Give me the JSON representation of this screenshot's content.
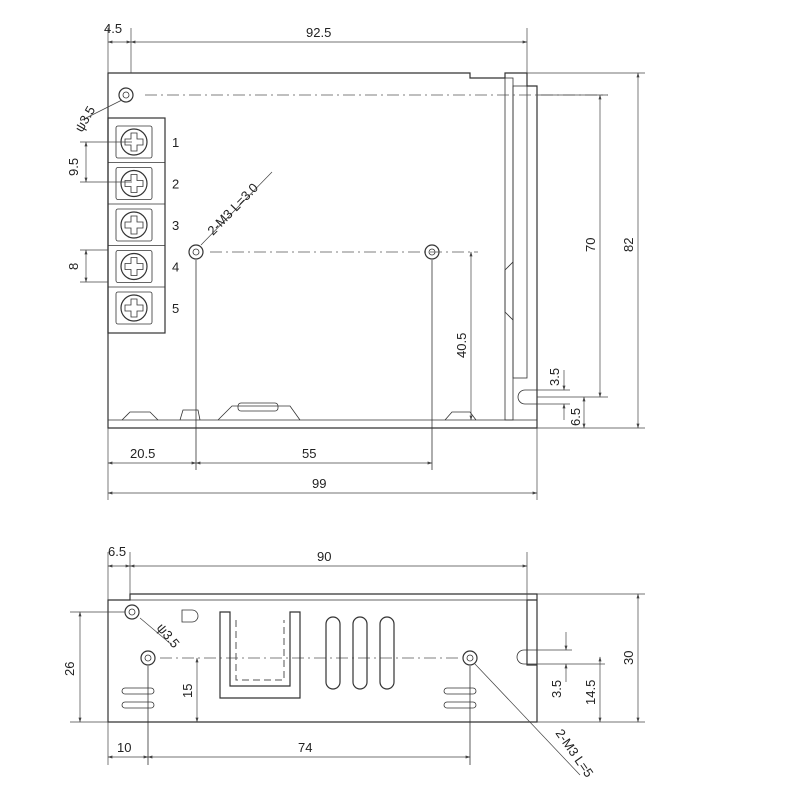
{
  "top_view": {
    "dims": {
      "left_offset": "4.5",
      "overall_width": "92.5",
      "hole_diameter": "ψ3.5",
      "terminal_pitch": "9.5",
      "terminal_width": "8",
      "mount_holes": "2-M3 L=3.0",
      "hole_height": "40.5",
      "inner_height": "70",
      "overall_height": "82",
      "slot_width": "3.5",
      "slot_offset": "6.5",
      "hole_x_offset": "20.5",
      "hole_spacing": "55",
      "total_length": "99"
    },
    "terminals": [
      "1",
      "2",
      "3",
      "4",
      "5"
    ]
  },
  "side_view": {
    "dims": {
      "left_offset": "6.5",
      "top_width": "90",
      "hole_diameter": "ψ3.5",
      "height_left": "26",
      "hole_height": "15",
      "overall_height": "30",
      "slot_width": "3.5",
      "slot_height": "14.5",
      "left_hole_offset": "10",
      "hole_spacing": "74",
      "mount_holes": "2-M3 L=5"
    }
  }
}
